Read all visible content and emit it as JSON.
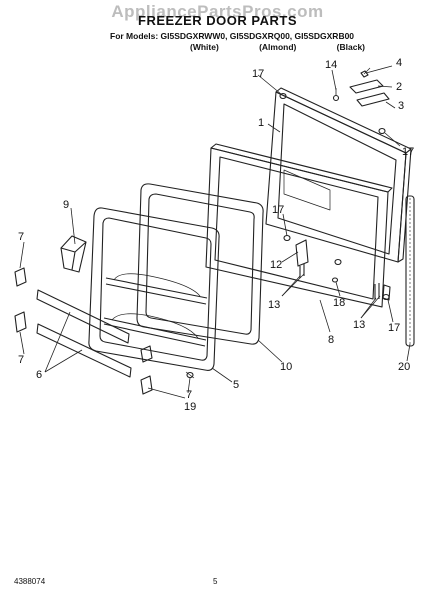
{
  "watermark": "AppliancePartsPros.com",
  "title": "FREEZER DOOR PARTS",
  "models_line": "For Models: GI5SDGXRWW0, GI5SDGXRQ00, GI5SDGXRB00",
  "colors": [
    "(White)",
    "(Almond)",
    "(Black)"
  ],
  "footer": {
    "doc_number": "4388074",
    "page_number": "5"
  },
  "callouts": {
    "c1": "1",
    "c2": "2",
    "c3": "3",
    "c4": "4",
    "c5": "5",
    "c6": "6",
    "c7a": "7",
    "c7b": "7",
    "c7c": "7",
    "c8": "8",
    "c9": "9",
    "c10": "10",
    "c12": "12",
    "c13a": "13",
    "c13b": "13",
    "c14": "14",
    "c17a": "17",
    "c17b": "17",
    "c17c": "17",
    "c17d": "17",
    "c18": "18",
    "c19": "19",
    "c20": "20"
  }
}
